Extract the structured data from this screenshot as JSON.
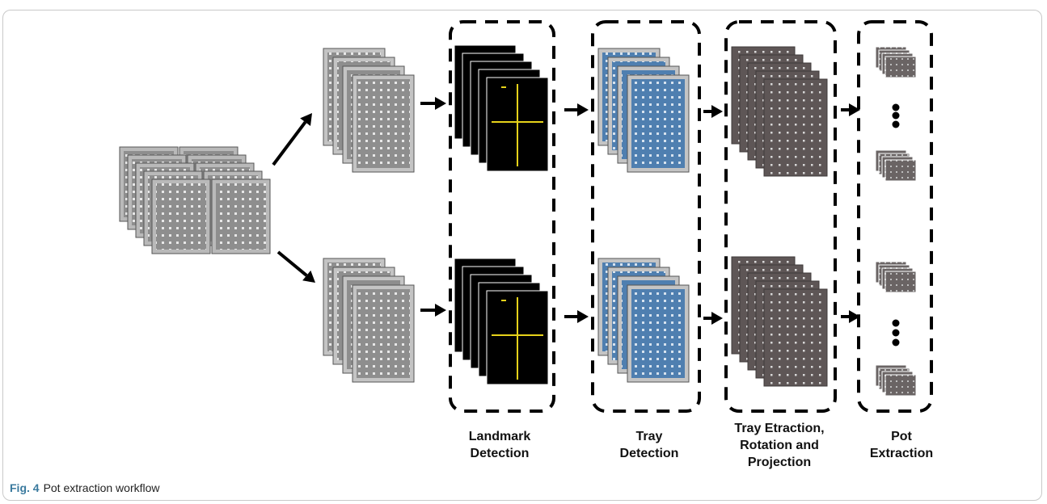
{
  "figure": {
    "caption_label": "Fig. 4",
    "caption_text": "Pot extraction workflow",
    "stages": [
      {
        "id": "landmark",
        "label": "Landmark\nDetection"
      },
      {
        "id": "tray",
        "label": "Tray\nDetection"
      },
      {
        "id": "extraction",
        "label": "Tray Etraction,\nRotation and\nProjection"
      },
      {
        "id": "pot",
        "label": "Pot\nExtraction"
      }
    ],
    "colors": {
      "tray_gray": "#9a9a9a",
      "tray_dark": "#5e5656",
      "landmark_bg": "#000000",
      "landmark_line": "#e6d21a",
      "tray_blue": "#4f7fb0",
      "arrow": "#000000",
      "dash": "#000000",
      "caption_accent": "#3a7a9e"
    },
    "icons": [
      "arrow-right-icon",
      "ellipsis-vertical-icon"
    ]
  }
}
